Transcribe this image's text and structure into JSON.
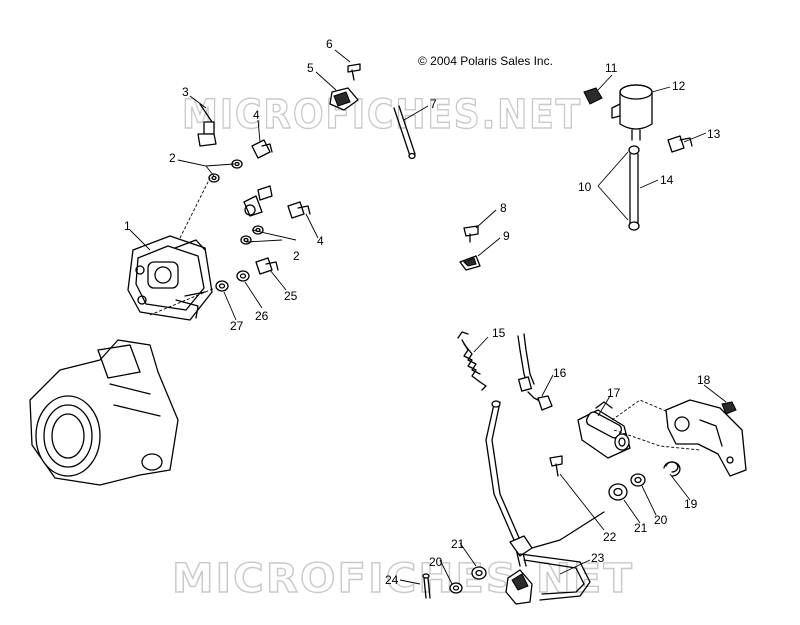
{
  "copyright": "© 2004 Polaris Sales Inc.",
  "watermarks": [
    "MICROFICHES.NET",
    "MICROFICHES.NET"
  ],
  "callouts": [
    "1",
    "2",
    "2",
    "3",
    "4",
    "4",
    "5",
    "6",
    "7",
    "8",
    "9",
    "10",
    "11",
    "12",
    "13",
    "14",
    "15",
    "16",
    "17",
    "18",
    "19",
    "20",
    "20",
    "21",
    "21",
    "22",
    "23",
    "24",
    "25",
    "26",
    "27"
  ]
}
